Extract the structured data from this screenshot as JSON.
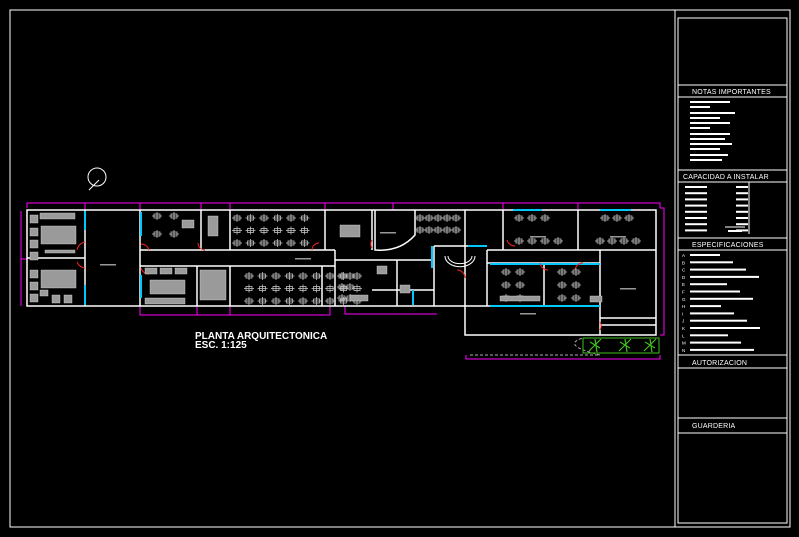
{
  "drawing": {
    "plan_title": "PLANTA ARQUITECTONICA",
    "scale": "ESC. 1:125"
  },
  "title_block": {
    "notes_header": "NOTAS IMPORTANTES",
    "capacity_header": "CAPACIDAD A INSTALAR",
    "specs_header": "ESPECIFICACIONES",
    "spec_markers": [
      "A",
      "B",
      "C",
      "D",
      "E",
      "F",
      "G",
      "H",
      "I",
      "J",
      "K",
      "L",
      "M",
      "N"
    ],
    "authorization_header": "AUTORIZACION",
    "project_name": "GUARDERIA"
  },
  "colors": {
    "background": "#000000",
    "lines": "#ffffff",
    "dimensions": "#ff00ff",
    "glazing": "#00c8ff",
    "doors": "#ff2020",
    "furniture": "#b0b0b0",
    "landscape": "#40c020"
  }
}
